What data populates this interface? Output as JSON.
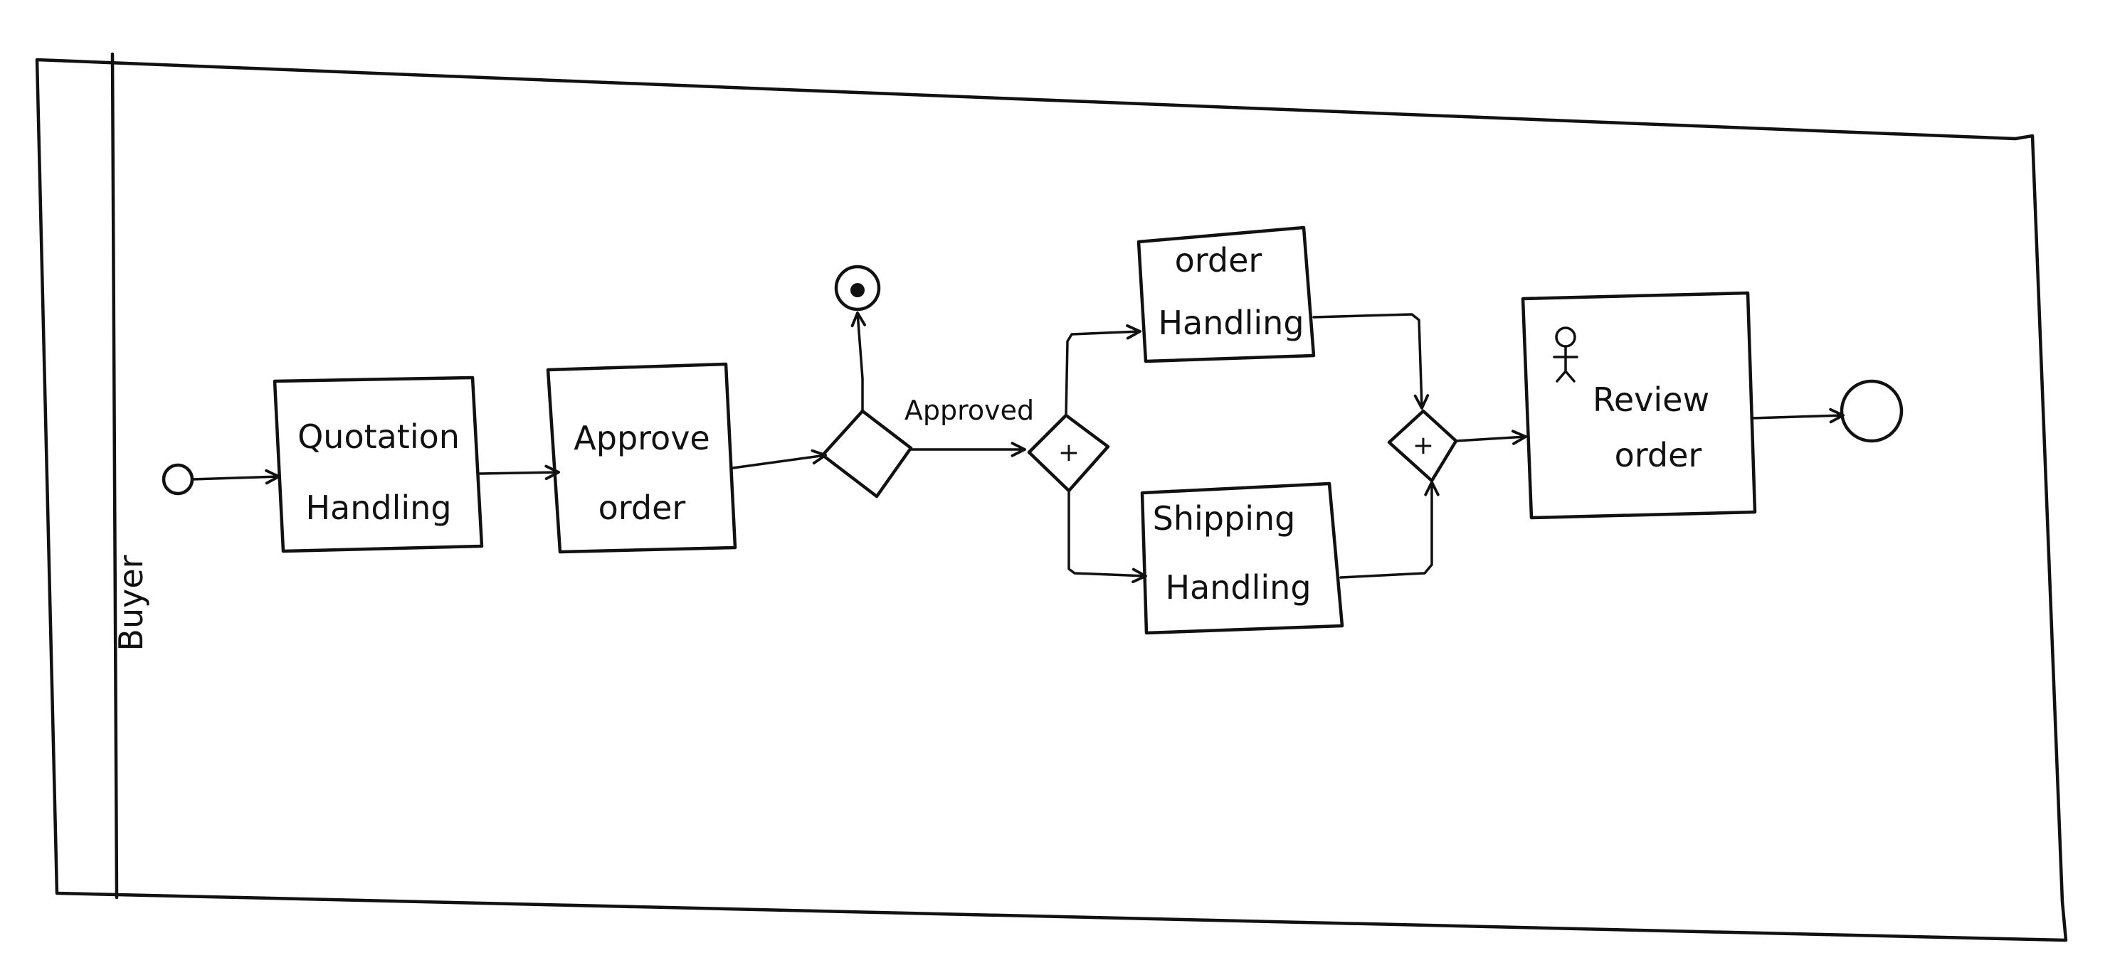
{
  "pool": {
    "lane_label": "Buyer"
  },
  "tasks": {
    "quotation": [
      "Quotation",
      "Handling"
    ],
    "approve": [
      "Approve",
      "order"
    ],
    "order_handling": [
      "order",
      "Handling"
    ],
    "shipping_handling": [
      "Shipping",
      "Handling"
    ],
    "review": [
      "Review",
      "order"
    ]
  },
  "flows": {
    "approved_label": "Approved"
  },
  "gateways": {
    "split_symbol": "+",
    "join_symbol": "+"
  },
  "icons": {
    "review_task": "user-icon"
  }
}
